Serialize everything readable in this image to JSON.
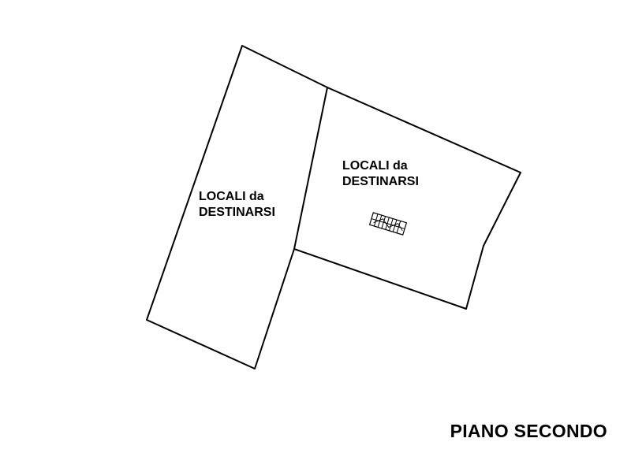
{
  "rooms": {
    "left": {
      "line1": "LOCALI da",
      "line2": "DESTINARSI"
    },
    "right": {
      "line1": "LOCALI da",
      "line2": "DESTINARSI"
    }
  },
  "stair_icon": "stairs-icon",
  "floor_title": "PIANO SECONDO",
  "colors": {
    "line": "#000000",
    "background": "#ffffff"
  }
}
